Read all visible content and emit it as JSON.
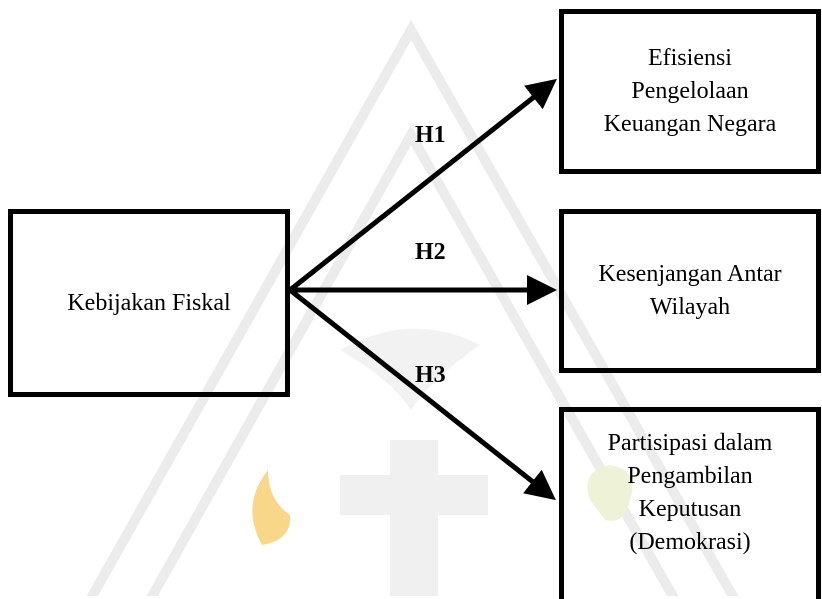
{
  "source": {
    "label": "Kebijakan Fiskal"
  },
  "targets": [
    {
      "label": "Efisiensi\nPengelolaan\nKeuangan Negara"
    },
    {
      "label": "Kesenjangan Antar\nWilayah"
    },
    {
      "label": "Partisipasi dalam\nPengambilan\nKeputusan\n(Demokrasi)"
    }
  ],
  "hypotheses": [
    {
      "label": "H1"
    },
    {
      "label": "H2"
    },
    {
      "label": "H3"
    }
  ],
  "colors": {
    "line": "#000000",
    "watermark": "#eeeeee",
    "flame": "#f6c65a"
  }
}
